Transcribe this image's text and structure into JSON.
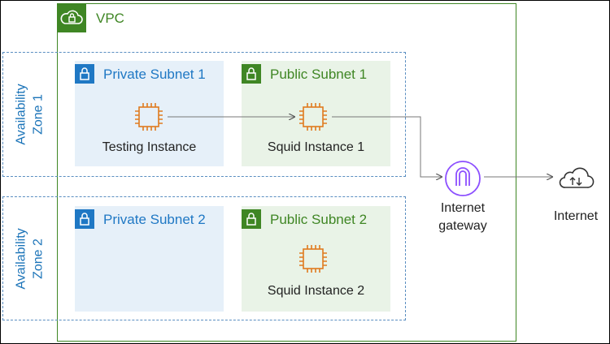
{
  "vpc": {
    "label": "VPC",
    "color": "#3f8624",
    "icon": "cloud-lock-icon"
  },
  "zones": [
    {
      "label": "Availability Zone 1"
    },
    {
      "label": "Availability Zone 2"
    }
  ],
  "subnets": {
    "private_1": {
      "label": "Private Subnet 1",
      "icon": "lock-icon",
      "color": "#1f78c4"
    },
    "public_1": {
      "label": "Public Subnet 1",
      "icon": "lock-icon",
      "color": "#3f8624"
    },
    "private_2": {
      "label": "Private Subnet 2",
      "icon": "lock-icon",
      "color": "#1f78c4"
    },
    "public_2": {
      "label": "Public Subnet 2",
      "icon": "lock-icon",
      "color": "#3f8624"
    }
  },
  "instances": {
    "testing": {
      "label": "Testing Instance",
      "icon": "chip-icon"
    },
    "squid_1": {
      "label": "Squid Instance 1",
      "icon": "chip-icon"
    },
    "squid_2": {
      "label": "Squid Instance 2",
      "icon": "chip-icon"
    }
  },
  "gateway": {
    "label": "Internet gateway",
    "icon": "internet-gateway-icon",
    "color": "#8c4fff"
  },
  "internet": {
    "label": "Internet",
    "icon": "cloud-arrows-icon"
  },
  "colors": {
    "instance_orange": "#e07a1f",
    "zone_border": "#5a8ec1"
  }
}
